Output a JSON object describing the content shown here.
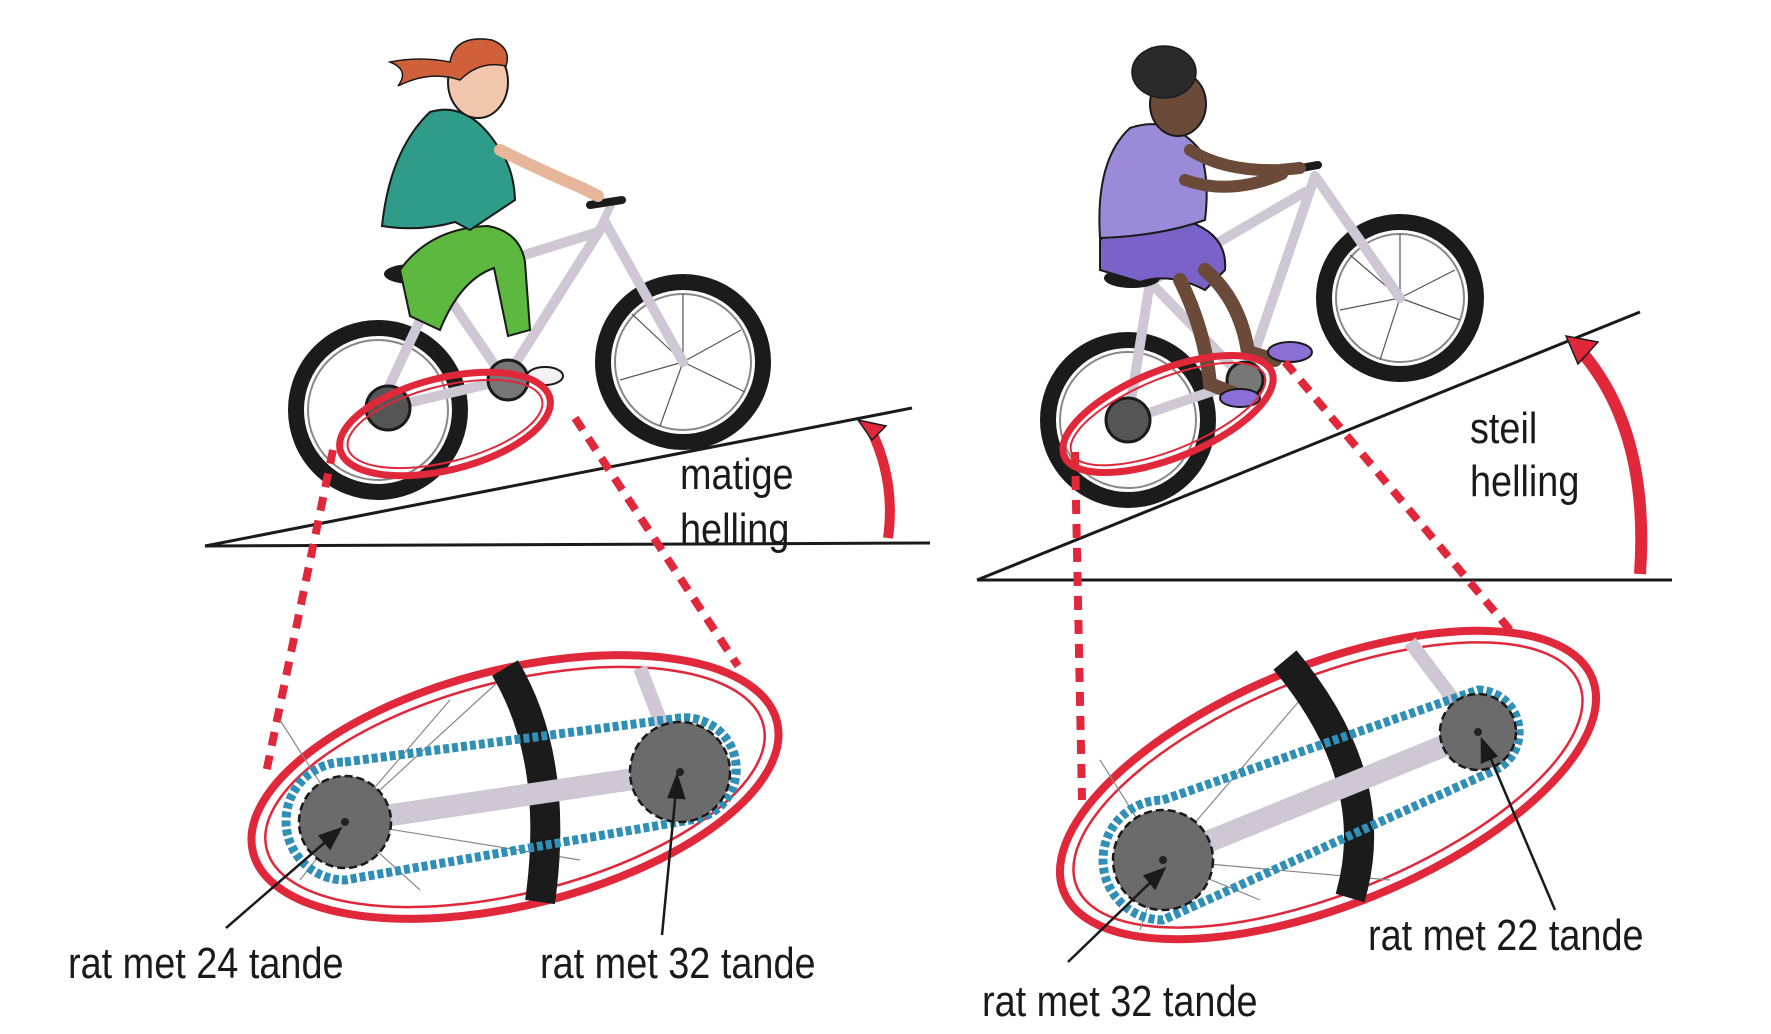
{
  "scenes": [
    {
      "id": "left",
      "slope_label_line1": "matige",
      "slope_label_line2": "helling",
      "gear_front_label": "rat met 24 tande",
      "gear_rear_label": "rat met 32 tande",
      "shirt_color": "#2f9c8a",
      "pants_color": "#5cb83e",
      "hair_color": "#d0603a"
    },
    {
      "id": "right",
      "slope_label_line1": "steil",
      "slope_label_line2": "helling",
      "gear_front_label": "rat met 32 tande",
      "gear_rear_label": "rat met 22 tande",
      "shirt_color": "#9b8ad8",
      "pants_color": "#7a62c8",
      "hair_color": "#2a2a2a"
    }
  ],
  "colors": {
    "outline_red": "#e0283a",
    "chain_blue": "#2f8fb6",
    "gear_gray": "#6b6b6b",
    "tire_black": "#1b1b1b",
    "frame_gray": "#cfc8d4"
  }
}
